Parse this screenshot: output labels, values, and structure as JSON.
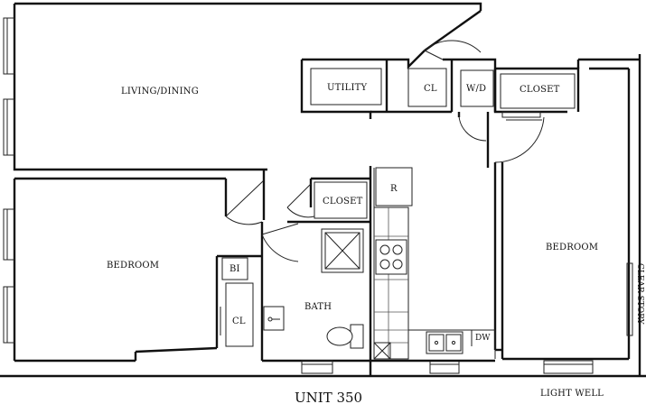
{
  "plan": {
    "title": "UNIT 350",
    "footer_note": "LIGHT WELL",
    "side_note": "CLEAR STORY"
  },
  "rooms": {
    "living_dining": "LIVING/DINING",
    "bedroom_left": "BEDROOM",
    "bedroom_right": "BEDROOM",
    "utility": "UTILITY",
    "cl_top": "CL",
    "wd": "W/D",
    "closet_right": "CLOSET",
    "closet_mid": "CLOSET",
    "bi": "BI",
    "cl_bottom": "CL",
    "bath": "BATH",
    "refrigerator": "R",
    "dishwasher": "DW"
  }
}
